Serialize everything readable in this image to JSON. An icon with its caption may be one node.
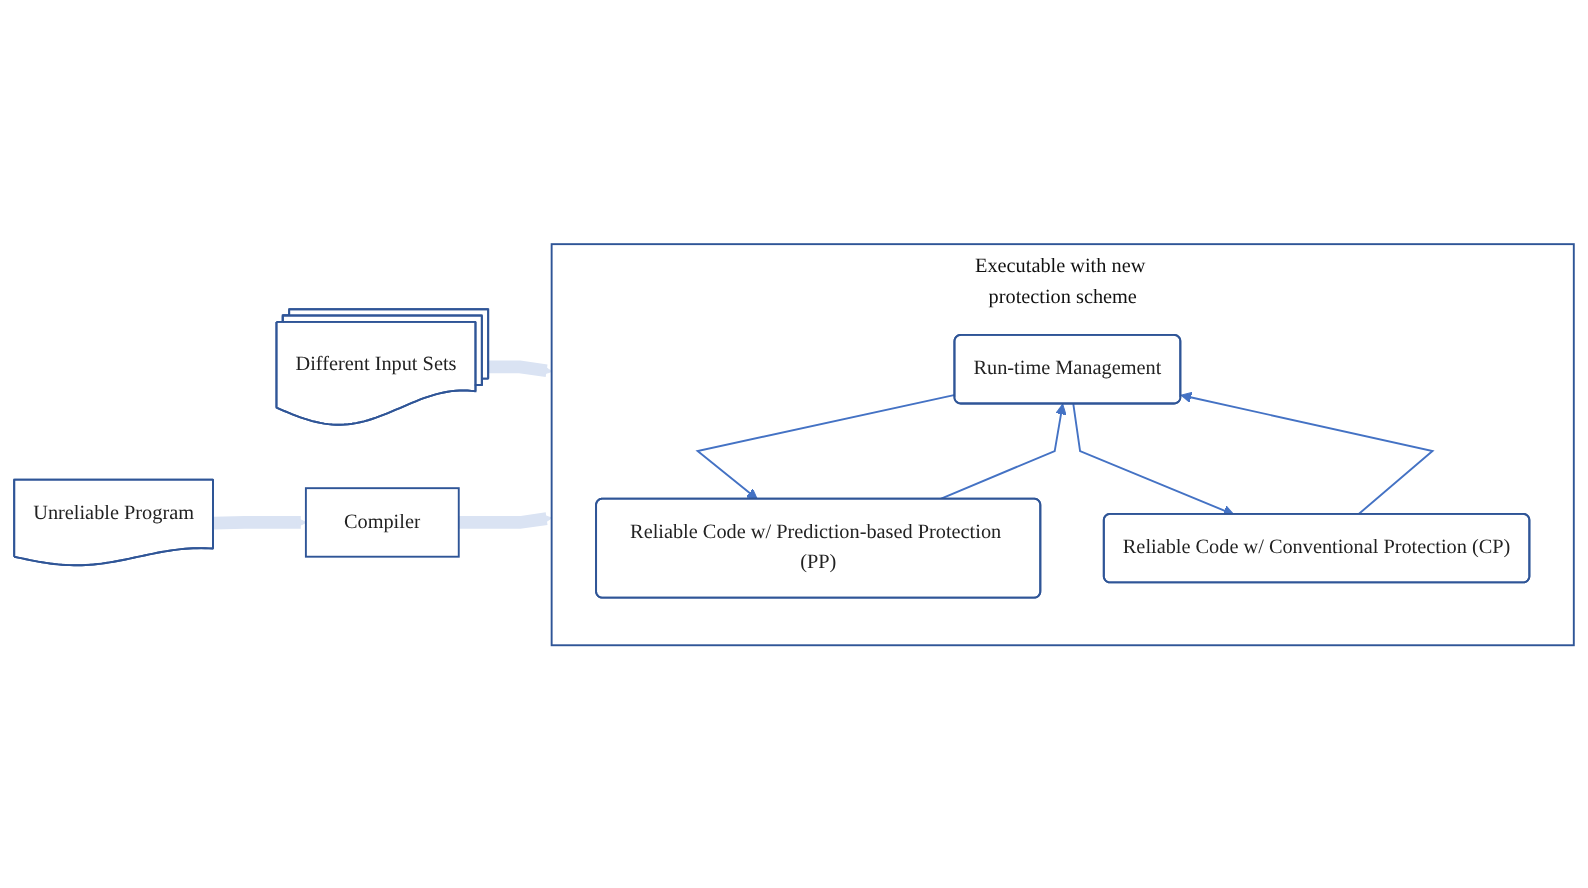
{
  "diagram": {
    "nodes": [
      {
        "text": [
          "Different Input Sets"
        ]
      },
      {
        "text": [
          "Unreliable Program"
        ]
      },
      {
        "text": [
          "Compiler"
        ]
      },
      {
        "text": [
          "Executable with new protection scheme"
        ]
      },
      {
        "text": [
          "Run-time Management"
        ],
        "in": 3
      },
      {
        "text": [
          "Reliable Code w/ Prediction-based Protection (PP)"
        ],
        "in": 3
      },
      {
        "text": [
          "Reliable Code w/ Conventional Protection (CP)"
        ],
        "in": 3
      }
    ],
    "edges": [
      {
        "from": 0,
        "to": 3,
        "arrow": "to",
        "style": "thick",
        "color": "#dae3f3"
      },
      {
        "from": 1,
        "to": 2,
        "arrow": "to",
        "style": "thick",
        "color": "#dae3f3"
      },
      {
        "from": 2,
        "to": 3,
        "arrow": "to",
        "style": "thick",
        "color": "#dae3f3"
      },
      {
        "from": 4,
        "to": 5,
        "arrow": "to"
      },
      {
        "from": 4,
        "to": 6,
        "arrow": "to"
      },
      {
        "from": 5,
        "to": 4,
        "arrow": "to"
      },
      {
        "from": 6,
        "to": 4,
        "arrow": "to"
      }
    ]
  }
}
